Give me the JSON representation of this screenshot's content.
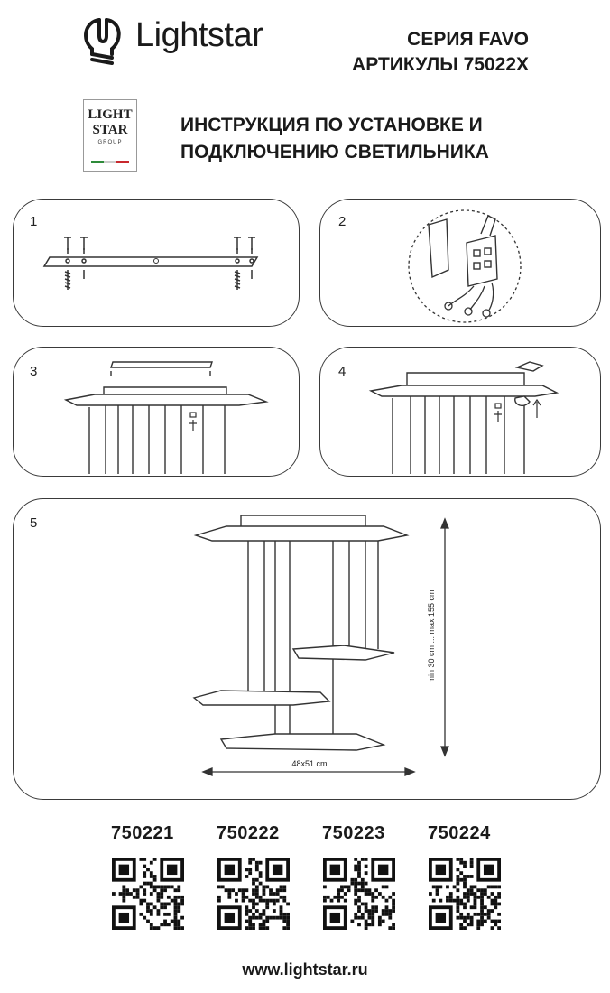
{
  "header": {
    "brand": "Lightstar",
    "series": "СЕРИЯ FAVO",
    "articles": "АРТИКУЛЫ 75022X"
  },
  "badge": {
    "line1": "LIGHT",
    "line2": "STAR",
    "line3": "GROUP"
  },
  "instruction": {
    "line1": "ИНСТРУКЦИЯ ПО УСТАНОВКЕ И",
    "line2": "ПОДКЛЮЧЕНИЮ СВЕТИЛЬНИКА"
  },
  "steps": [
    "1",
    "2",
    "3",
    "4",
    "5"
  ],
  "dimensions": {
    "height": "min 30 cm ... max 155 cm",
    "width": "48x51 cm"
  },
  "article_codes": [
    "750221",
    "750222",
    "750223",
    "750224"
  ],
  "website": "www.lightstar.ru",
  "colors": {
    "line": "#3a3a3a",
    "flag_green": "#2e8b3a",
    "flag_white": "#ffffff",
    "flag_red": "#c8282d"
  }
}
